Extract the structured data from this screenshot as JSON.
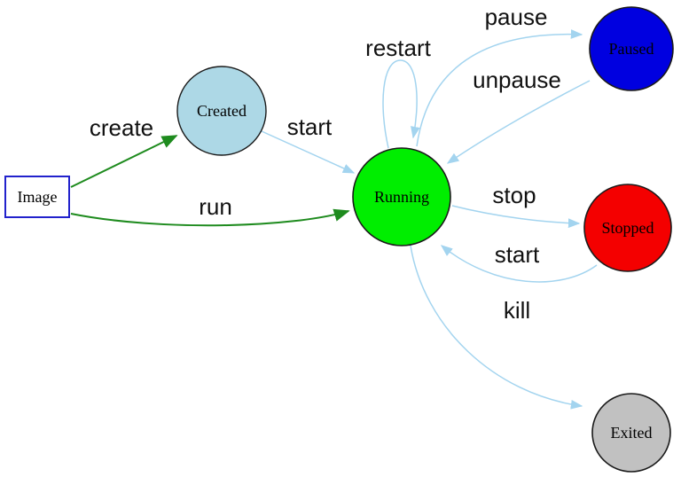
{
  "diagram": {
    "type": "state-transition-graph",
    "background": "#ffffff",
    "edge_colors": {
      "lifecycle": "#A3D4EF",
      "creation": "#1E8B1E"
    }
  },
  "nodes": [
    {
      "id": "image",
      "label": "Image",
      "shape": "rectangle",
      "fill": "#FFFFFF",
      "border": "#2222CC"
    },
    {
      "id": "created",
      "label": "Created",
      "shape": "circle",
      "fill": "#ADD8E6",
      "border": "#1A1A1A"
    },
    {
      "id": "running",
      "label": "Running",
      "shape": "circle",
      "fill": "#00EE00",
      "border": "#1A1A1A"
    },
    {
      "id": "paused",
      "label": "Paused",
      "shape": "circle",
      "fill": "#0000E0",
      "border": "#1A1A1A"
    },
    {
      "id": "stopped",
      "label": "Stopped",
      "shape": "circle",
      "fill": "#F40000",
      "border": "#1A1A1A"
    },
    {
      "id": "exited",
      "label": "Exited",
      "shape": "circle",
      "fill": "#C1C1C1",
      "border": "#1A1A1A"
    }
  ],
  "edges": [
    {
      "label": "create",
      "from": "image",
      "to": "created",
      "color": "#1E8B1E"
    },
    {
      "label": "start",
      "from": "created",
      "to": "running",
      "color": "#A3D4EF"
    },
    {
      "label": "run",
      "from": "image",
      "to": "running",
      "color": "#1E8B1E"
    },
    {
      "label": "restart",
      "from": "running",
      "to": "running",
      "color": "#A3D4EF"
    },
    {
      "label": "pause",
      "from": "running",
      "to": "paused",
      "color": "#A3D4EF"
    },
    {
      "label": "unpause",
      "from": "paused",
      "to": "running",
      "color": "#A3D4EF"
    },
    {
      "label": "stop",
      "from": "running",
      "to": "stopped",
      "color": "#A3D4EF"
    },
    {
      "label": "start",
      "from": "stopped",
      "to": "running",
      "color": "#A3D4EF"
    },
    {
      "label": "kill",
      "from": "running",
      "to": "exited",
      "color": "#A3D4EF"
    }
  ]
}
